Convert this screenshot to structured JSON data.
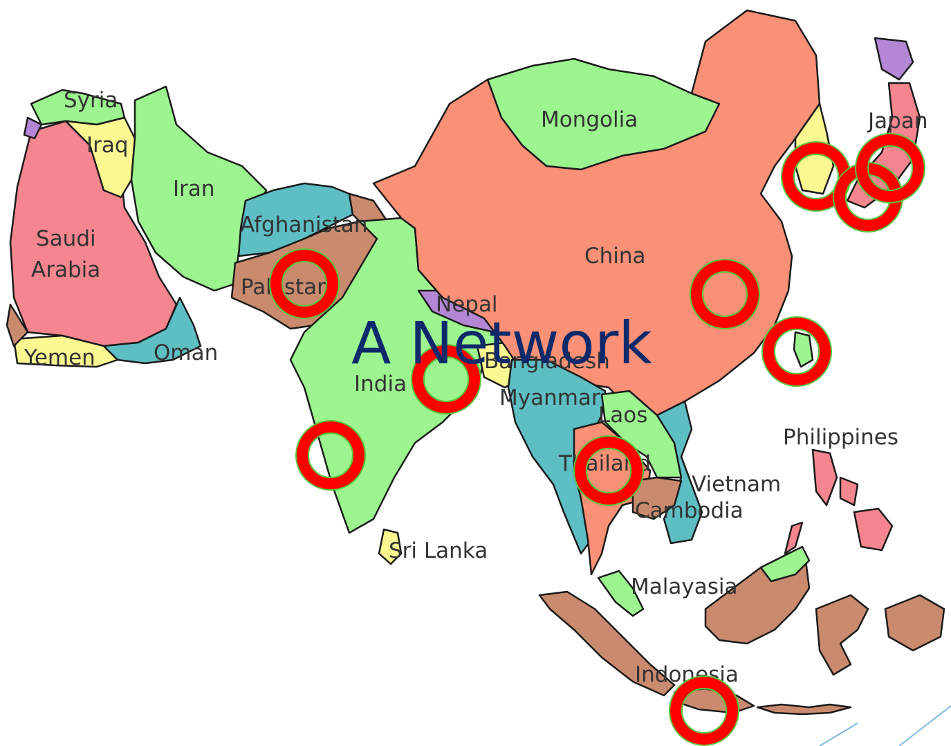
{
  "title": "A Network",
  "map": {
    "labels": {
      "syria": "Syria",
      "iraq": "Iraq",
      "iran": "Iran",
      "saudi_arabia_1": "Saudi",
      "saudi_arabia_2": "Arabia",
      "afghanistan": "Afghanistan",
      "pakistan": "Pakistan",
      "yemen": "Yemen",
      "oman": "Oman",
      "mongolia": "Mongolia",
      "china": "China",
      "nepal": "Nepal",
      "india": "India",
      "bangladesh": "Bangladesh",
      "myanmar": "Myanmar",
      "laos": "Laos",
      "thailand": "Thailand",
      "vietnam": "Vietnam",
      "cambodia": "Cambodia",
      "philippines": "Philippines",
      "japan": "Japan",
      "sri_lanka": "Sri Lanka",
      "malaysia": "Malayasia",
      "indonesia": "Indonesia"
    },
    "colors": {
      "salmon": "#fa9076",
      "green": "#9cf58f",
      "teal": "#5dbec4",
      "brown": "#c98a6e",
      "pink": "#f5858e",
      "yellow": "#fbf791",
      "purple": "#b487d6",
      "node_ring": "#ff0000",
      "node_outline": "#55c83a",
      "title": "#0f2a6b"
    },
    "nodes": [
      "pakistan",
      "east-india",
      "west-india",
      "thailand",
      "central-china",
      "taiwan",
      "korea",
      "japan-south",
      "japan-north",
      "java"
    ]
  }
}
